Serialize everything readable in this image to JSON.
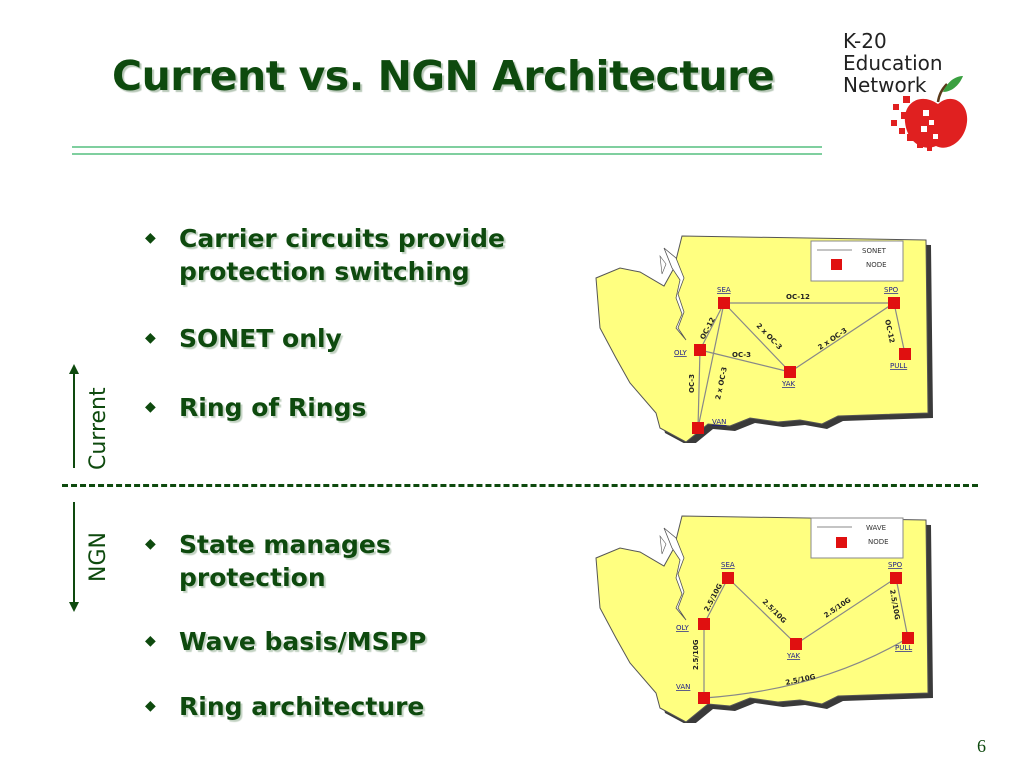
{
  "title": "Current vs. NGN Architecture",
  "logo": {
    "line1": "K-20",
    "line2": "Education",
    "line3": "Network"
  },
  "current": {
    "side_label": "Current",
    "bullets": [
      {
        "text": "Carrier circuits provide protection switching"
      },
      {
        "text": "SONET only"
      },
      {
        "text": "Ring of Rings"
      }
    ],
    "legend": {
      "line_label": "SONET",
      "node_label": "NODE"
    },
    "nodes": {
      "sea": "SEA",
      "spo": "SPO",
      "oly": "OLY",
      "yak": "YAK",
      "pull": "PULL",
      "van": "VAN"
    },
    "links": {
      "sea_spo": "OC-12",
      "sea_yak": "2 x OC-3",
      "yak_spo": "2 x OC-3",
      "oly_sea": "OC-12",
      "oly_yak": "OC-3",
      "spo_pull": "OC-12",
      "oly_van": "OC-3",
      "van_sea": "2 x OC-3"
    }
  },
  "ngn": {
    "side_label": "NGN",
    "bullets": [
      {
        "text": "State manages protection"
      },
      {
        "text": "Wave basis/MSPP"
      },
      {
        "text": "Ring architecture"
      }
    ],
    "legend": {
      "line_label": "WAVE",
      "node_label": "NODE"
    },
    "nodes": {
      "sea": "SEA",
      "spo": "SPO",
      "oly": "OLY",
      "yak": "YAK",
      "pull": "PULL",
      "van": "VAN"
    },
    "links": {
      "oly_sea": "2.5/10G",
      "sea_yak": "2.5/10G",
      "yak_spo": "2.5/10G",
      "spo_pull": "2.5/10G",
      "oly_van": "2.5/10G",
      "van_pull": "2.5/10G"
    }
  },
  "page_number": "6",
  "colors": {
    "title": "#0e4a0e",
    "map_fill": "#ffff80",
    "node": "#e01010",
    "rule": "#7fcf9f"
  }
}
